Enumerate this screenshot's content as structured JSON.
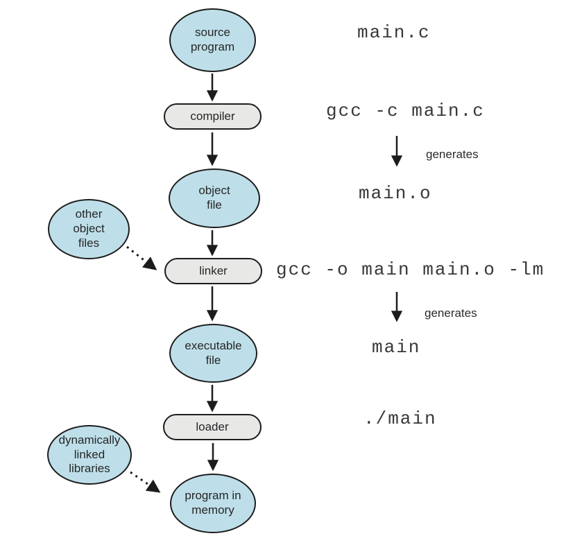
{
  "diagram": {
    "nodes": [
      {
        "id": "source-program",
        "label": "source program",
        "shape": "ellipse",
        "fill": "#bedfe9"
      },
      {
        "id": "compiler",
        "label": "compiler",
        "shape": "stadium",
        "fill": "#e8e8e7"
      },
      {
        "id": "object-file",
        "label": "object file",
        "shape": "ellipse",
        "fill": "#bedfe9"
      },
      {
        "id": "other-object-files",
        "label": "other object files",
        "shape": "ellipse",
        "fill": "#bedfe9"
      },
      {
        "id": "linker",
        "label": "linker",
        "shape": "stadium",
        "fill": "#e8e8e7"
      },
      {
        "id": "executable-file",
        "label": "executable file",
        "shape": "ellipse",
        "fill": "#bedfe9"
      },
      {
        "id": "loader",
        "label": "loader",
        "shape": "stadium",
        "fill": "#e8e8e7"
      },
      {
        "id": "dynamically-linked-libraries",
        "label": "dynamically linked libraries",
        "shape": "ellipse",
        "fill": "#bedfe9"
      },
      {
        "id": "program-in-memory",
        "label": "program in memory",
        "shape": "ellipse",
        "fill": "#bedfe9"
      }
    ],
    "edges": [
      {
        "from": "source-program",
        "to": "compiler",
        "style": "solid"
      },
      {
        "from": "compiler",
        "to": "object-file",
        "style": "solid"
      },
      {
        "from": "object-file",
        "to": "linker",
        "style": "solid"
      },
      {
        "from": "other-object-files",
        "to": "linker",
        "style": "dashed"
      },
      {
        "from": "linker",
        "to": "executable-file",
        "style": "solid"
      },
      {
        "from": "executable-file",
        "to": "loader",
        "style": "solid"
      },
      {
        "from": "loader",
        "to": "program-in-memory",
        "style": "solid"
      },
      {
        "from": "dynamically-linked-libraries",
        "to": "program-in-memory",
        "style": "dashed"
      }
    ],
    "commands": [
      {
        "id": "source-file",
        "text": "main.c"
      },
      {
        "id": "compile-command",
        "text": "gcc -c main.c"
      },
      {
        "id": "object-file-name",
        "text": "main.o"
      },
      {
        "id": "link-command",
        "text": "gcc -o main main.o -lm"
      },
      {
        "id": "executable-name",
        "text": "main"
      },
      {
        "id": "run-command",
        "text": "./main"
      }
    ],
    "generates_labels": [
      "generates",
      "generates"
    ],
    "colors": {
      "node_blue": "#bedfe9",
      "node_gray": "#e8e8e7",
      "stroke": "#1c1c1c",
      "command_text": "#383838",
      "label_text": "#262626",
      "background": "#ffffff"
    }
  }
}
